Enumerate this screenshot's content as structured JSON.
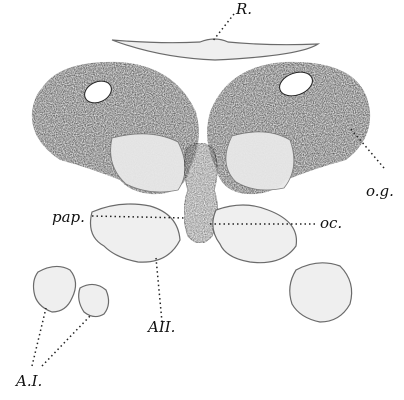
{
  "figure": {
    "labels": {
      "r": "R.",
      "og": "o.g.",
      "pap": "pap.",
      "oc": "oc.",
      "a_ii": "AII.",
      "a_i": "A.I."
    },
    "colors": {
      "background": "#ffffff",
      "ganglion_fill": "#3a3a3a",
      "ganglion_dark": "#1c1c1c",
      "light_tissue": "#ececec",
      "outline": "#555555",
      "leader": "#222222"
    }
  }
}
